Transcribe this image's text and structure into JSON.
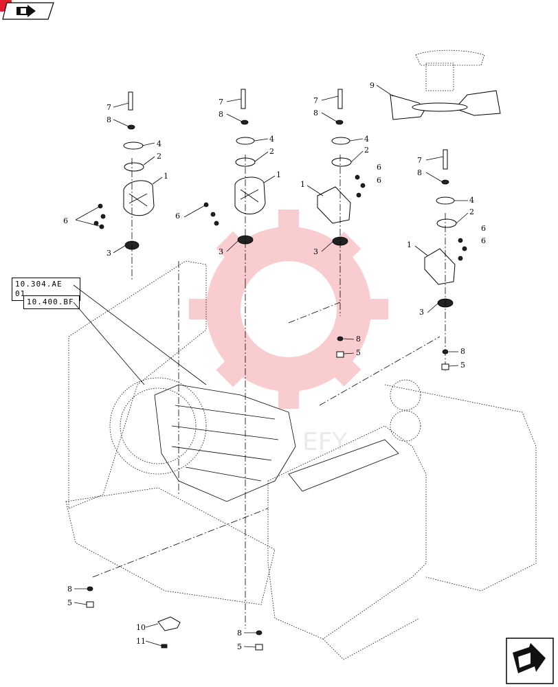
{
  "navigation": {
    "top_left_icon": "arrow-icon",
    "bottom_right_icon": "arrow-icon",
    "badge_color": "#e31d2b"
  },
  "references": [
    "10.304.AE 01",
    "10.400.BF"
  ],
  "callouts": {
    "c1": "1",
    "c2": "2",
    "c3": "3",
    "c4": "4",
    "c5": "5",
    "c6": "6",
    "c7": "7",
    "c8": "8",
    "c9": "9",
    "c10": "10",
    "c11": "11"
  },
  "watermark": {
    "color": "#e8202a",
    "text": "EFY"
  }
}
